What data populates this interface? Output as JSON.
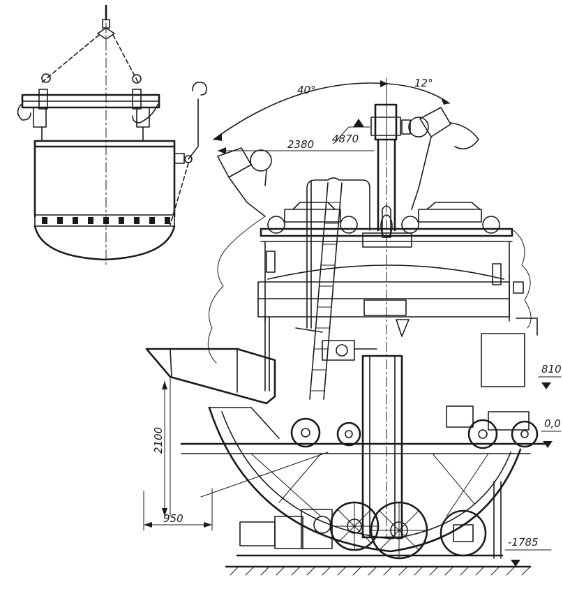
{
  "dimensions": {
    "angle_left": "40°",
    "angle_right": "12°",
    "height_top": "4870",
    "span": "2380",
    "level_810": "810",
    "level_zero": "0,0",
    "height_2100": "2100",
    "width_950": "950",
    "level_bottom": "-1785"
  }
}
